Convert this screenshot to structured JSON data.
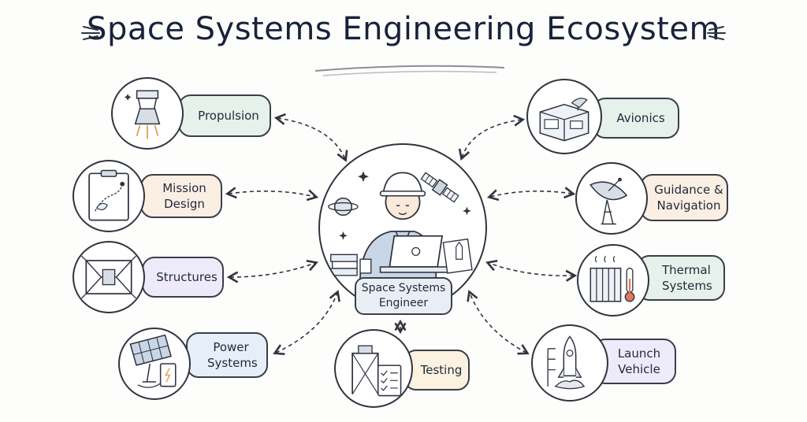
{
  "title": "Space Systems Engineering Ecosystem",
  "center": {
    "label": "Space Systems Engineer"
  },
  "nodes": {
    "propulsion": {
      "label": "Propulsion",
      "icon": "rocket-engine-icon"
    },
    "mission_design": {
      "label": "Mission Design",
      "icon": "clipboard-trajectory-icon"
    },
    "structures": {
      "label": "Structures",
      "icon": "truss-structure-icon"
    },
    "power_systems": {
      "label": "Power Systems",
      "icon": "solar-panel-battery-icon"
    },
    "testing": {
      "label": "Testing",
      "icon": "test-stand-checklist-icon"
    },
    "avionics": {
      "label": "Avionics",
      "icon": "avionics-box-icon"
    },
    "guidance_navigation": {
      "label": "Guidance & Navigation",
      "icon": "satellite-dish-icon"
    },
    "thermal_systems": {
      "label": "Thermal Systems",
      "icon": "radiator-thermometer-icon"
    },
    "launch_vehicle": {
      "label": "Launch Vehicle",
      "icon": "rocket-launch-pad-icon"
    }
  },
  "colors": {
    "propulsion": "#e5f1ea",
    "mission_design": "#fbeee3",
    "structures": "#eeeafa",
    "power_systems": "#e6eef8",
    "testing": "#fbf2df",
    "avionics": "#e5f1ea",
    "guidance_navigation": "#fbeee3",
    "thermal_systems": "#e5f1ea",
    "launch_vehicle": "#eeeafa",
    "ink": "#2f3440"
  }
}
